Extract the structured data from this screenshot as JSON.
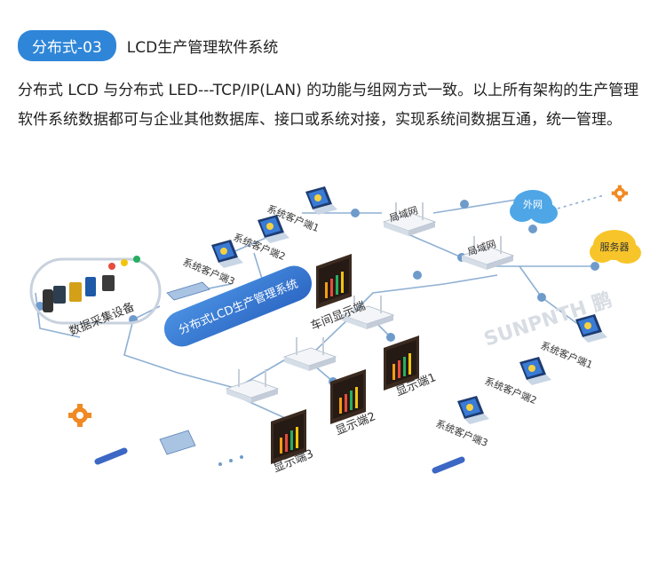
{
  "header": {
    "badge": "分布式-03",
    "title": "LCD生产管理软件系统"
  },
  "description": "分布式 LCD 与分布式 LED---TCP/IP(LAN) 的功能与组网方式一致。以上所有架构的生产管理软件系统数据都可与企业其他数据库、接口或系统对接，实现系统间数据互通，统一管理。",
  "diagram": {
    "central_system": "分布式LCD生产管理系统",
    "data_collection": "数据采集设备",
    "lan1": "局域网",
    "lan2": "局域网",
    "external_net": "外网",
    "server": "服务器",
    "left_clients": [
      "系统客户端1",
      "系统客户端2",
      "系统客户端3"
    ],
    "right_clients": [
      "系统客户端1",
      "系统客户端2",
      "系统客户端3"
    ],
    "workshop_display": "车间显示端",
    "displays": [
      "显示端1",
      "显示端2",
      "显示端3"
    ],
    "watermark": "SUNPNTH 鹏",
    "colors": {
      "accent": "#2f86d8",
      "line": "#7fa4cc",
      "cloud_blue": "#4ea6e6",
      "cloud_yellow": "#f7c52a",
      "gear": "#f08a24"
    }
  }
}
